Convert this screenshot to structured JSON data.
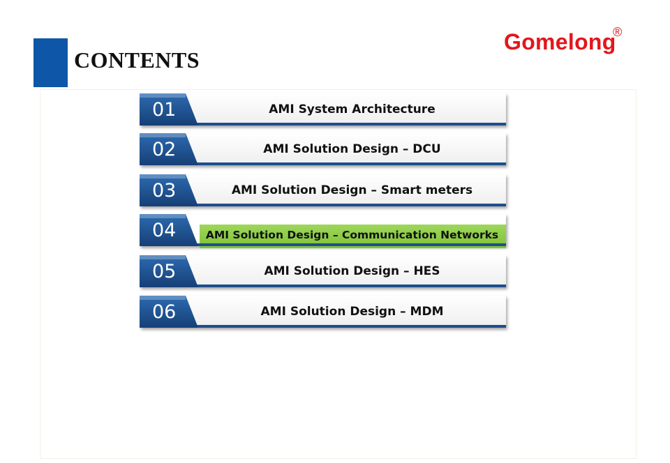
{
  "header": {
    "title": "CONTENTS",
    "logo_text": "Gomelong",
    "logo_mark": "®"
  },
  "colors": {
    "accent_blue": "#0e56a8",
    "tab_blue": "#1d4e8d",
    "logo_red": "#e3161b",
    "active_green": "#8ccc45"
  },
  "contents": {
    "items": [
      {
        "number": "01",
        "label": "AMI System Architecture"
      },
      {
        "number": "02",
        "label": "AMI Solution Design – DCU"
      },
      {
        "number": "03",
        "label": "AMI Solution Design –  Smart meters"
      },
      {
        "number": "04",
        "label": "AMI Solution Design – Communication Networks"
      },
      {
        "number": "05",
        "label": "AMI Solution Design – HES"
      },
      {
        "number": "06",
        "label": "AMI Solution Design –  MDM"
      }
    ],
    "active_index": 3
  }
}
